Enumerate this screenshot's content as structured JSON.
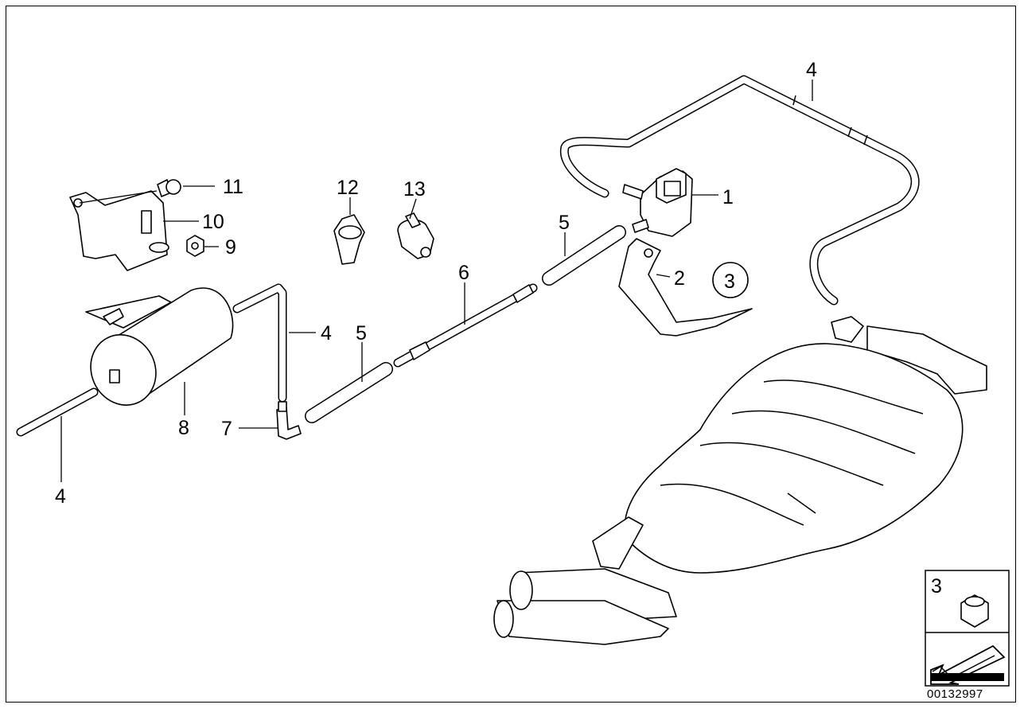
{
  "callouts": [
    {
      "id": "c1",
      "text": "1"
    },
    {
      "id": "c2",
      "text": "2"
    },
    {
      "id": "c3",
      "text": "3"
    },
    {
      "id": "c4a",
      "text": "4"
    },
    {
      "id": "c4b",
      "text": "4"
    },
    {
      "id": "c4c",
      "text": "4"
    },
    {
      "id": "c5a",
      "text": "5"
    },
    {
      "id": "c5b",
      "text": "5"
    },
    {
      "id": "c6",
      "text": "6"
    },
    {
      "id": "c7",
      "text": "7"
    },
    {
      "id": "c8",
      "text": "8"
    },
    {
      "id": "c9",
      "text": "9"
    },
    {
      "id": "c10",
      "text": "10"
    },
    {
      "id": "c11",
      "text": "11"
    },
    {
      "id": "c12",
      "text": "12"
    },
    {
      "id": "c13",
      "text": "13"
    }
  ],
  "legend_box": {
    "number": "3"
  },
  "catalog_number": "00132997"
}
